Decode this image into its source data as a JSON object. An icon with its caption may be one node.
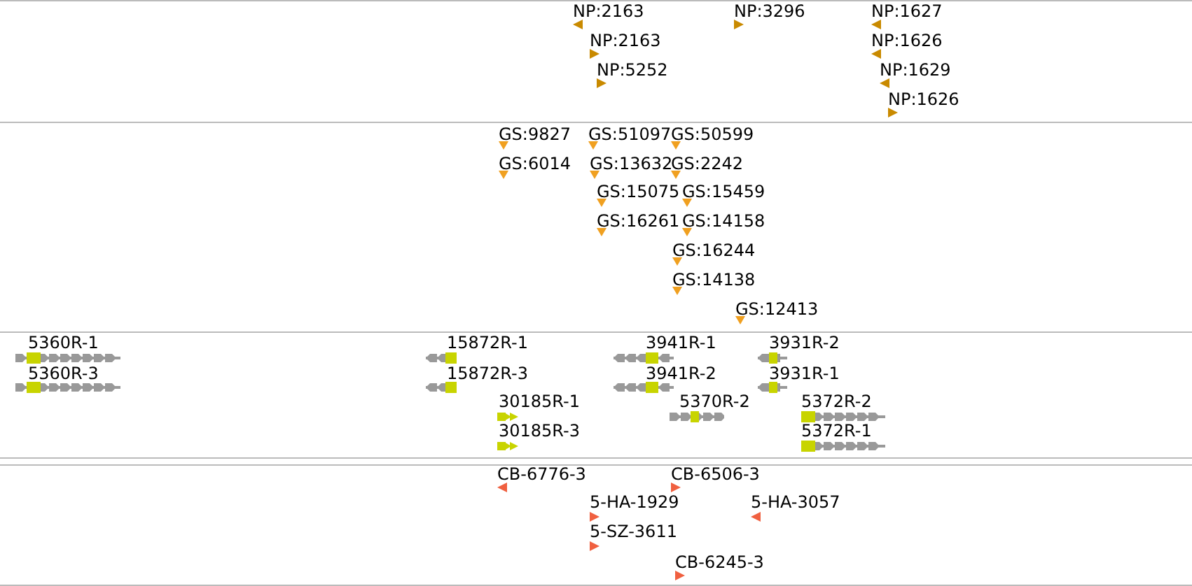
{
  "diagram": {
    "nodes": [
      {
        "text": [
          "NP:2163"
        ]
      },
      {
        "text": [
          "NP:2163"
        ]
      },
      {
        "text": [
          "NP:5252"
        ]
      },
      {
        "text": [
          "NP:3296"
        ]
      },
      {
        "text": [
          "NP:1627"
        ]
      },
      {
        "text": [
          "NP:1626"
        ]
      },
      {
        "text": [
          "NP:1629"
        ]
      },
      {
        "text": [
          "NP:1626"
        ]
      },
      {
        "text": [
          "GS:9827"
        ]
      },
      {
        "text": [
          "GS:51097"
        ]
      },
      {
        "text": [
          "GS:50599"
        ]
      },
      {
        "text": [
          "GS:6014"
        ]
      },
      {
        "text": [
          "GS:13632"
        ]
      },
      {
        "text": [
          "GS:2242"
        ]
      },
      {
        "text": [
          "GS:15075"
        ]
      },
      {
        "text": [
          "GS:15459"
        ]
      },
      {
        "text": [
          "GS:16261"
        ]
      },
      {
        "text": [
          "GS:14158"
        ]
      },
      {
        "text": [
          "GS:16244"
        ]
      },
      {
        "text": [
          "GS:14138"
        ]
      },
      {
        "text": [
          "GS:12413"
        ]
      },
      {
        "text": [
          "5360R-1"
        ]
      },
      {
        "text": [
          "5360R-3"
        ]
      },
      {
        "text": [
          "15872R-1"
        ]
      },
      {
        "text": [
          "15872R-3"
        ]
      },
      {
        "text": [
          "30185R-1"
        ]
      },
      {
        "text": [
          "30185R-3"
        ]
      },
      {
        "text": [
          "3941R-1"
        ]
      },
      {
        "text": [
          "3941R-2"
        ]
      },
      {
        "text": [
          "5370R-2"
        ]
      },
      {
        "text": [
          "3931R-2"
        ]
      },
      {
        "text": [
          "3931R-1"
        ]
      },
      {
        "text": [
          "5372R-2"
        ]
      },
      {
        "text": [
          "5372R-1"
        ]
      },
      {
        "text": [
          "CB-6776-3"
        ]
      },
      {
        "text": [
          "CB-6506-3"
        ]
      },
      {
        "text": [
          "5-HA-1929"
        ]
      },
      {
        "text": [
          "5-HA-3057"
        ]
      },
      {
        "text": [
          "5-SZ-3611"
        ]
      },
      {
        "text": [
          "CB-6245-3"
        ]
      }
    ]
  }
}
